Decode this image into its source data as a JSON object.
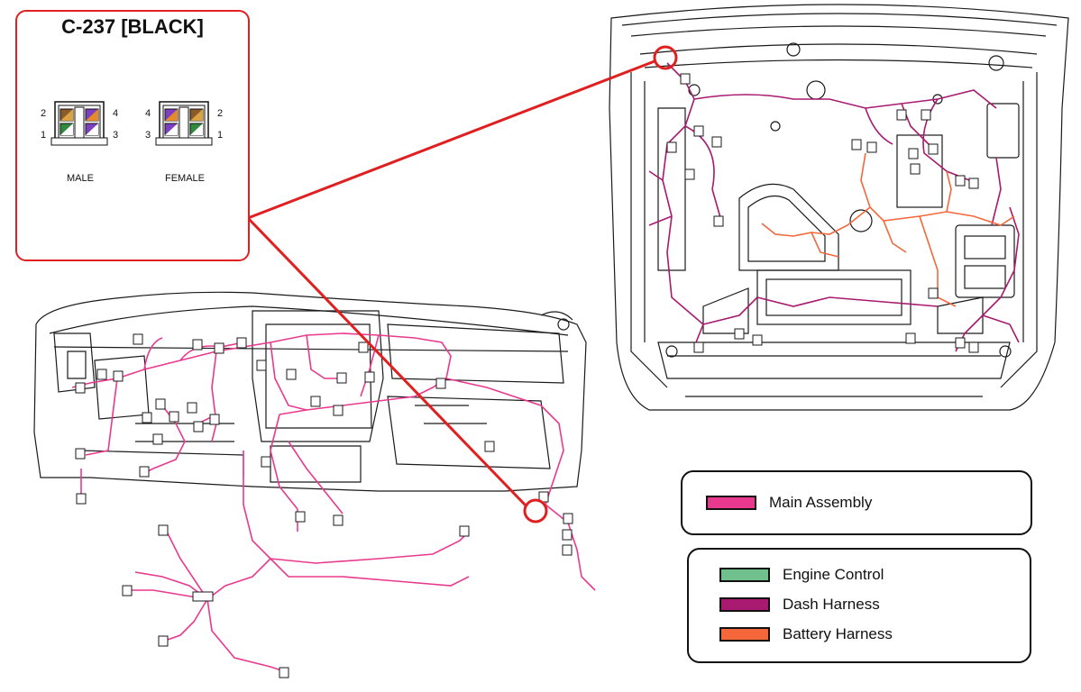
{
  "connector": {
    "title": "C-237 [BLACK]",
    "male_label": "MALE",
    "female_label": "FEMALE",
    "male_pins": {
      "top_left": "2",
      "top_right": "4",
      "bottom_left": "1",
      "bottom_right": "3"
    },
    "female_pins": {
      "top_left": "4",
      "top_right": "2",
      "bottom_left": "3",
      "bottom_right": "1"
    }
  },
  "legend_main": {
    "items": [
      {
        "label": "Main Assembly",
        "color": "#e8398e"
      }
    ]
  },
  "legend_sub": {
    "items": [
      {
        "label": "Engine Control",
        "color": "#6fc08c"
      },
      {
        "label": "Dash Harness",
        "color": "#a8196f"
      },
      {
        "label": "Battery Harness",
        "color": "#f3673a"
      }
    ]
  },
  "colors": {
    "callout": "#e02020",
    "main_wire": "#e8398e",
    "dash_wire": "#a8196f",
    "battery_wire": "#f3673a",
    "engine_wire": "#6fc08c",
    "line_art": "#1a1a1a"
  }
}
